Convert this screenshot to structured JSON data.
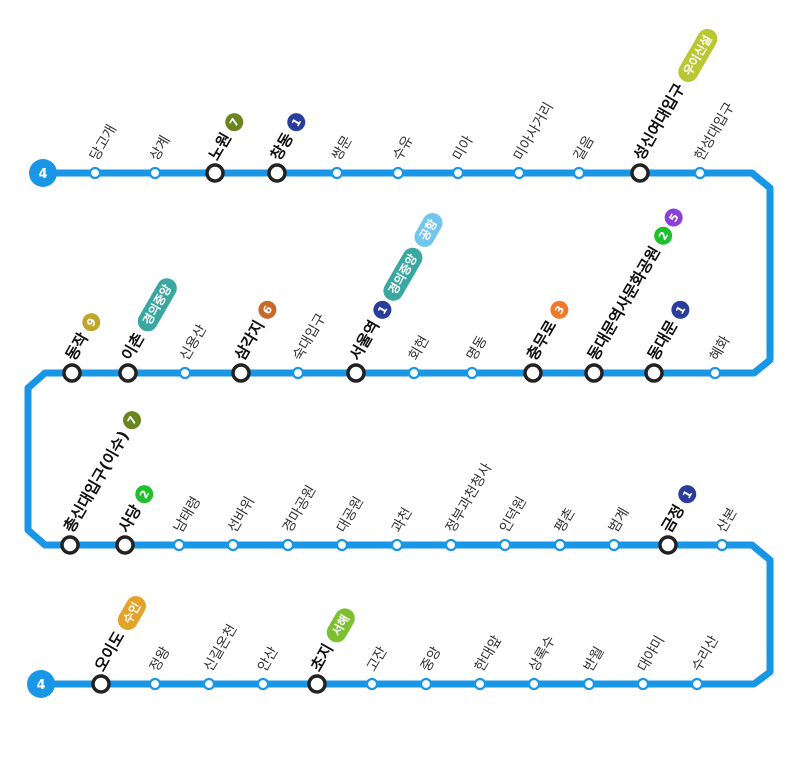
{
  "line": {
    "number": "4",
    "color": "#1a96e6"
  },
  "transfer_lines": {
    "1": "#283d9c",
    "2": "#1fbf2e",
    "3": "#f07a2a",
    "5": "#8b3fd9",
    "6": "#c8692a",
    "7": "#6b8420",
    "9": "#c0a52a",
    "경의중앙": "#3aa8a0",
    "공항": "#72c6ee",
    "우이신설": "#b9c832",
    "수인": "#e3a22a",
    "서해": "#7cc031"
  },
  "rows": [
    {
      "stations": [
        {
          "name": "당고개"
        },
        {
          "name": "상계"
        },
        {
          "name": "노원",
          "transfer": true,
          "lines": [
            "7"
          ]
        },
        {
          "name": "창동",
          "transfer": true,
          "lines": [
            "1"
          ]
        },
        {
          "name": "쌍문"
        },
        {
          "name": "수유"
        },
        {
          "name": "미아"
        },
        {
          "name": "미아사거리"
        },
        {
          "name": "길음"
        },
        {
          "name": "성신여대입구",
          "transfer": true,
          "lines": [
            "우이신설"
          ]
        },
        {
          "name": "한성대입구"
        }
      ]
    },
    {
      "stations": [
        {
          "name": "동작",
          "transfer": true,
          "lines": [
            "9"
          ]
        },
        {
          "name": "이촌",
          "transfer": true,
          "lines": [
            "경의중앙"
          ]
        },
        {
          "name": "신용산"
        },
        {
          "name": "삼각지",
          "transfer": true,
          "lines": [
            "6"
          ]
        },
        {
          "name": "숙대입구"
        },
        {
          "name": "서울역",
          "transfer": true,
          "lines": [
            "1",
            "경의중앙",
            "공항"
          ]
        },
        {
          "name": "회현"
        },
        {
          "name": "명동"
        },
        {
          "name": "충무로",
          "transfer": true,
          "lines": [
            "3"
          ]
        },
        {
          "name": "동대문역사문화공원",
          "transfer": true,
          "lines": [
            "2",
            "5"
          ]
        },
        {
          "name": "동대문",
          "transfer": true,
          "lines": [
            "1"
          ]
        },
        {
          "name": "혜화"
        }
      ]
    },
    {
      "stations": [
        {
          "name": "총신대입구(이수)",
          "transfer": true,
          "lines": [
            "7"
          ]
        },
        {
          "name": "사당",
          "transfer": true,
          "lines": [
            "2"
          ]
        },
        {
          "name": "남태령"
        },
        {
          "name": "선바위"
        },
        {
          "name": "경마공원"
        },
        {
          "name": "대공원"
        },
        {
          "name": "과천"
        },
        {
          "name": "정부과천청사"
        },
        {
          "name": "인덕원"
        },
        {
          "name": "평촌"
        },
        {
          "name": "범계"
        },
        {
          "name": "금정",
          "transfer": true,
          "lines": [
            "1"
          ]
        },
        {
          "name": "산본"
        }
      ]
    },
    {
      "stations": [
        {
          "name": "오이도",
          "transfer": true,
          "lines": [
            "수인"
          ]
        },
        {
          "name": "정왕"
        },
        {
          "name": "신길온천"
        },
        {
          "name": "안산"
        },
        {
          "name": "초지",
          "transfer": true,
          "lines": [
            "서해"
          ]
        },
        {
          "name": "고잔"
        },
        {
          "name": "중앙"
        },
        {
          "name": "한대앞"
        },
        {
          "name": "상록수"
        },
        {
          "name": "반월"
        },
        {
          "name": "대야미"
        },
        {
          "name": "수리산"
        }
      ]
    }
  ]
}
